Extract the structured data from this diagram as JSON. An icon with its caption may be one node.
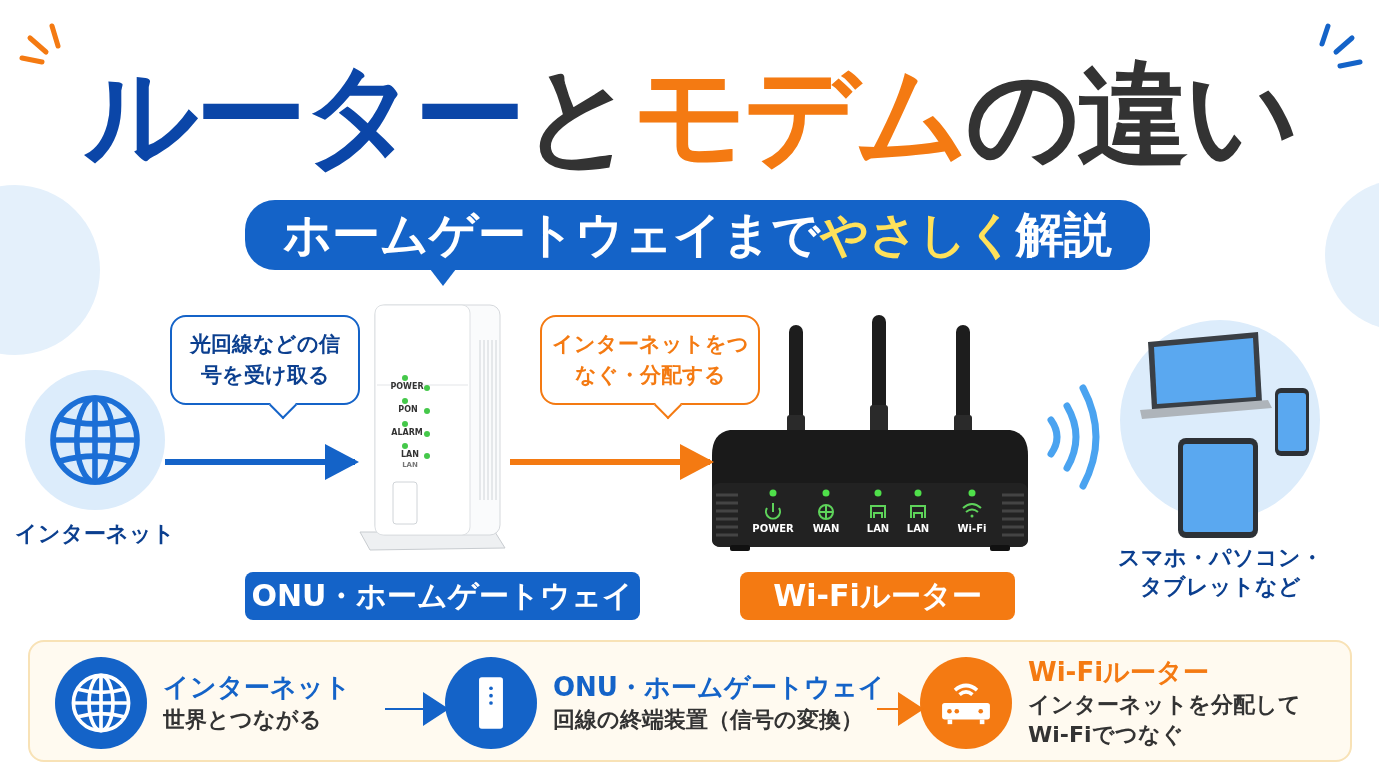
{
  "diagram": {
    "title": "**ルーター**と**モデム**の違い",
    "nodes": [
      {
        "text": [
          "ホームゲートウェイまで**やさしく**解説"
        ]
      },
      {
        "text": [],
        "shape": "picture",
        "beside": [
          "インターネット"
        ]
      },
      {
        "text": [
          "光回線などの信号を受け取る"
        ]
      },
      {
        "text": [],
        "shape": "picture"
      },
      {
        "text": [
          "ONU・ホームゲートウェイ"
        ]
      },
      {
        "text": [
          "インターネットをつなぐ・分配する"
        ]
      },
      {
        "text": [],
        "shape": "picture"
      },
      {
        "text": [
          "Wi-Fiルーター"
        ]
      },
      {
        "text": [],
        "shape": "picture",
        "beside": [
          "スマホ・パソコン・タブレットなど"
        ]
      },
      {
        "text": [],
        "shape": "box"
      },
      {
        "text": [
          "インターネット",
          "世界とつながる"
        ],
        "in": 9
      },
      {
        "text": [
          "ONU・ホームゲートウェイ",
          "回線の終端装置（信号の変換）"
        ],
        "in": 9
      },
      {
        "text": [
          "Wi-Fiルーター",
          "インターネットを分配してWi-Fiでつなぐ"
        ],
        "in": 9
      }
    ],
    "edges": [
      {
        "from": 1,
        "to": 3,
        "arrow": "to",
        "style": "thick"
      },
      {
        "from": 3,
        "to": 6,
        "arrow": "to",
        "style": "thick",
        "color": "#f47a12"
      },
      {
        "from": 10,
        "to": 11,
        "arrow": "to"
      },
      {
        "from": 11,
        "to": 12,
        "arrow": "to",
        "color": "#f47a12"
      }
    ],
    "labels": [
      "POWER",
      "PON",
      "ALARM",
      "LAN",
      "LAN",
      "POWER",
      "WAN",
      "LAN",
      "LAN",
      "Wi-Fi"
    ]
  }
}
